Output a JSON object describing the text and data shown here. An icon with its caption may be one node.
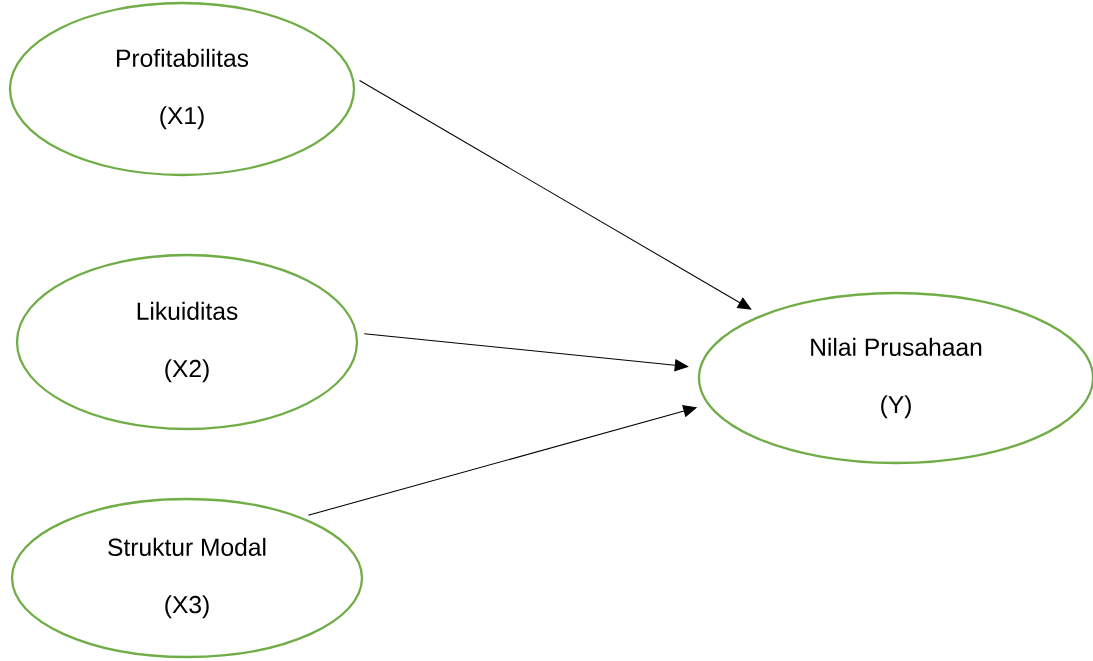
{
  "diagram": {
    "nodes": [
      {
        "text": [
          "Profitabilitas",
          "(X1)"
        ]
      },
      {
        "text": [
          "Likuiditas",
          "(X2)"
        ]
      },
      {
        "text": [
          "Struktur Modal",
          "(X3)"
        ]
      },
      {
        "text": [
          "Nilai Prusahaan",
          "(Y)"
        ]
      }
    ],
    "edges": [
      {
        "from": 0,
        "to": 3,
        "arrow": "to"
      },
      {
        "from": 1,
        "to": 3,
        "arrow": "to"
      },
      {
        "from": 2,
        "to": 3,
        "arrow": "to"
      }
    ]
  }
}
